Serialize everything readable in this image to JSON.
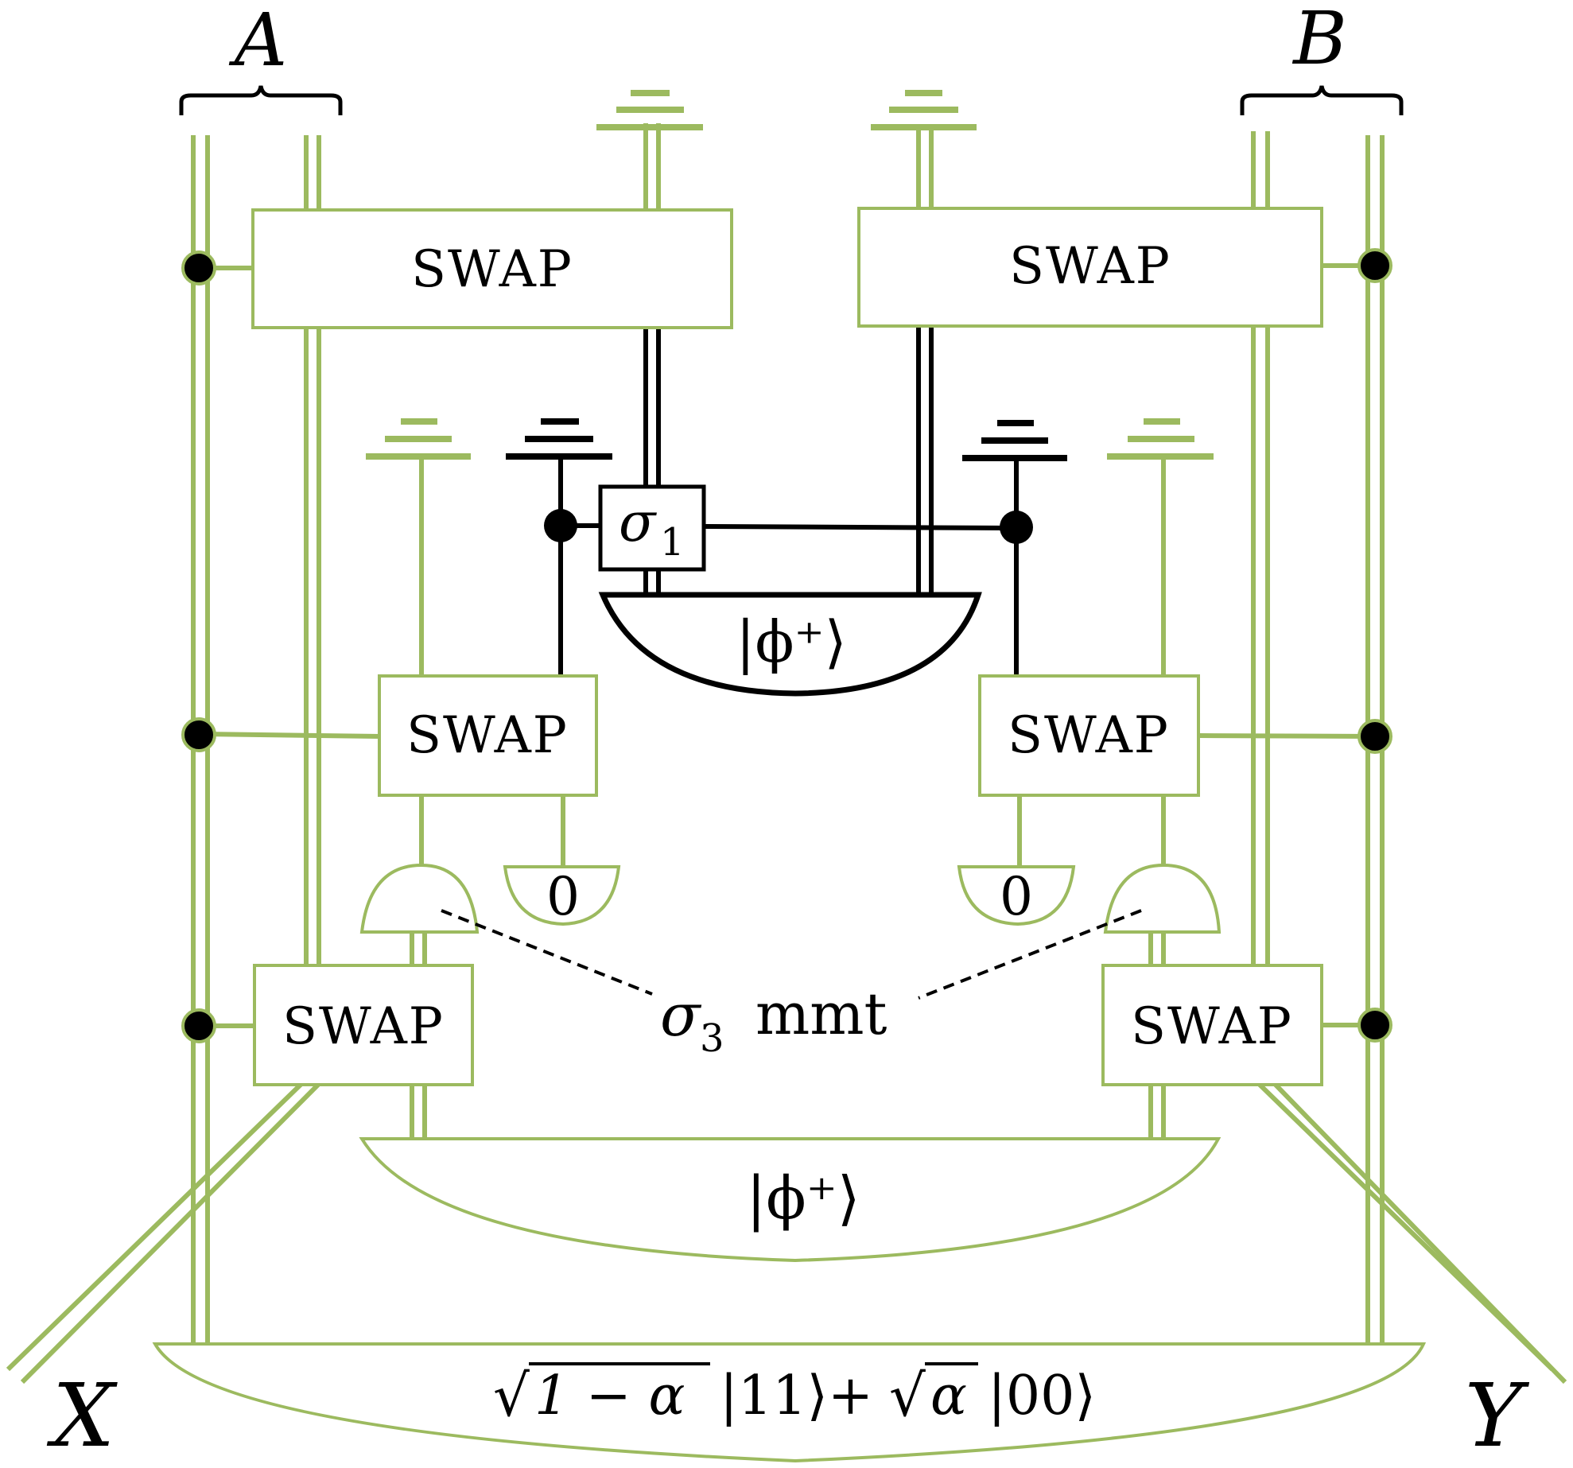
{
  "colors": {
    "wire": "#9cba5f",
    "classical": "#000000",
    "background": "#ffffff"
  },
  "labels": {
    "A": "A",
    "B": "B",
    "X": "X",
    "Y": "Y",
    "swap": "SWAP",
    "sigma1": "σ",
    "sigma1_sub": "1",
    "phi_ket": "|ϕ⁺⟩",
    "zero": "0",
    "sigma3": "σ",
    "sigma3_sub": "3",
    "mmt": "mmt",
    "state_sqrt1": "√",
    "state_term1": "1 − α",
    "state_ket11": "|11⟩+",
    "state_sqrt2": "√",
    "state_term2": "α",
    "state_ket00": "|00⟩"
  }
}
